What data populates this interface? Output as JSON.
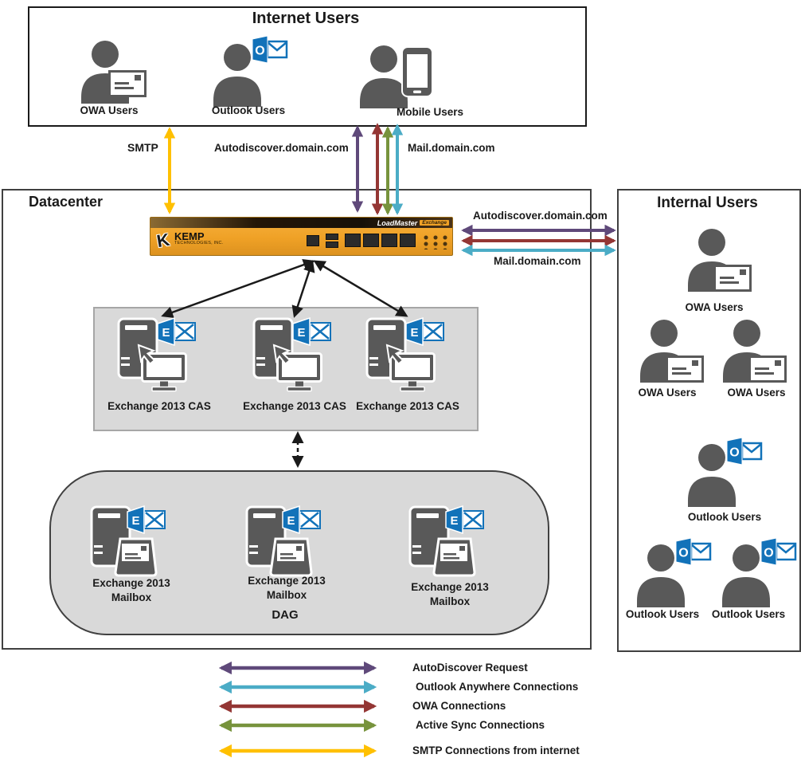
{
  "colors": {
    "purple": "#5F497A",
    "cyan": "#4BACC6",
    "dark_red": "#943634",
    "green": "#77933C",
    "yellow": "#FFC000",
    "black": "#1A1A1A",
    "person_gray": "#595959",
    "exchange_blue": "#1272B9",
    "group_gray": "#D9D9D9",
    "loadmaster_orange": "#EFA126"
  },
  "icons": {
    "outlook_letter": "O",
    "exchange_letter": "E",
    "kemp_k": "K"
  },
  "internet_users": {
    "title": "Internet Users",
    "users": [
      {
        "label": "OWA Users"
      },
      {
        "label": "Outlook Users"
      },
      {
        "label": "Mobile Users"
      }
    ]
  },
  "links": {
    "smtp": "SMTP",
    "autodiscover_top": "Autodiscover.domain.com",
    "mail_top": "Mail.domain.com",
    "autodiscover_right": "Autodiscover.domain.com",
    "mail_right": "Mail.domain.com"
  },
  "datacenter": {
    "title": "Datacenter",
    "loadmaster": {
      "brand": "KEMP",
      "brand_sub": "TECHNOLOGIES, INC.",
      "product": "LoadMaster",
      "edition": "Exchange"
    },
    "cas_servers": [
      "Exchange 2013 CAS",
      "Exchange 2013 CAS",
      "Exchange 2013 CAS"
    ],
    "dag": {
      "label": "DAG",
      "mailbox_servers": [
        {
          "line1": "Exchange 2013",
          "line2": "Mailbox"
        },
        {
          "line1": "Exchange 2013",
          "line2": "Mailbox"
        },
        {
          "line1": "Exchange 2013",
          "line2": "Mailbox"
        }
      ]
    }
  },
  "internal_users": {
    "title": "Internal Users",
    "owa_labels": [
      "OWA Users",
      "OWA Users",
      "OWA Users"
    ],
    "outlook_labels": [
      "Outlook Users",
      "Outlook Users",
      "Outlook Users"
    ]
  },
  "legend": {
    "items": [
      {
        "label": "AutoDiscover Request"
      },
      {
        "label": "Outlook Anywhere Connections"
      },
      {
        "label": "OWA Connections"
      },
      {
        "label": "Active Sync Connections"
      },
      {
        "label": "SMTP Connections from internet"
      }
    ]
  }
}
